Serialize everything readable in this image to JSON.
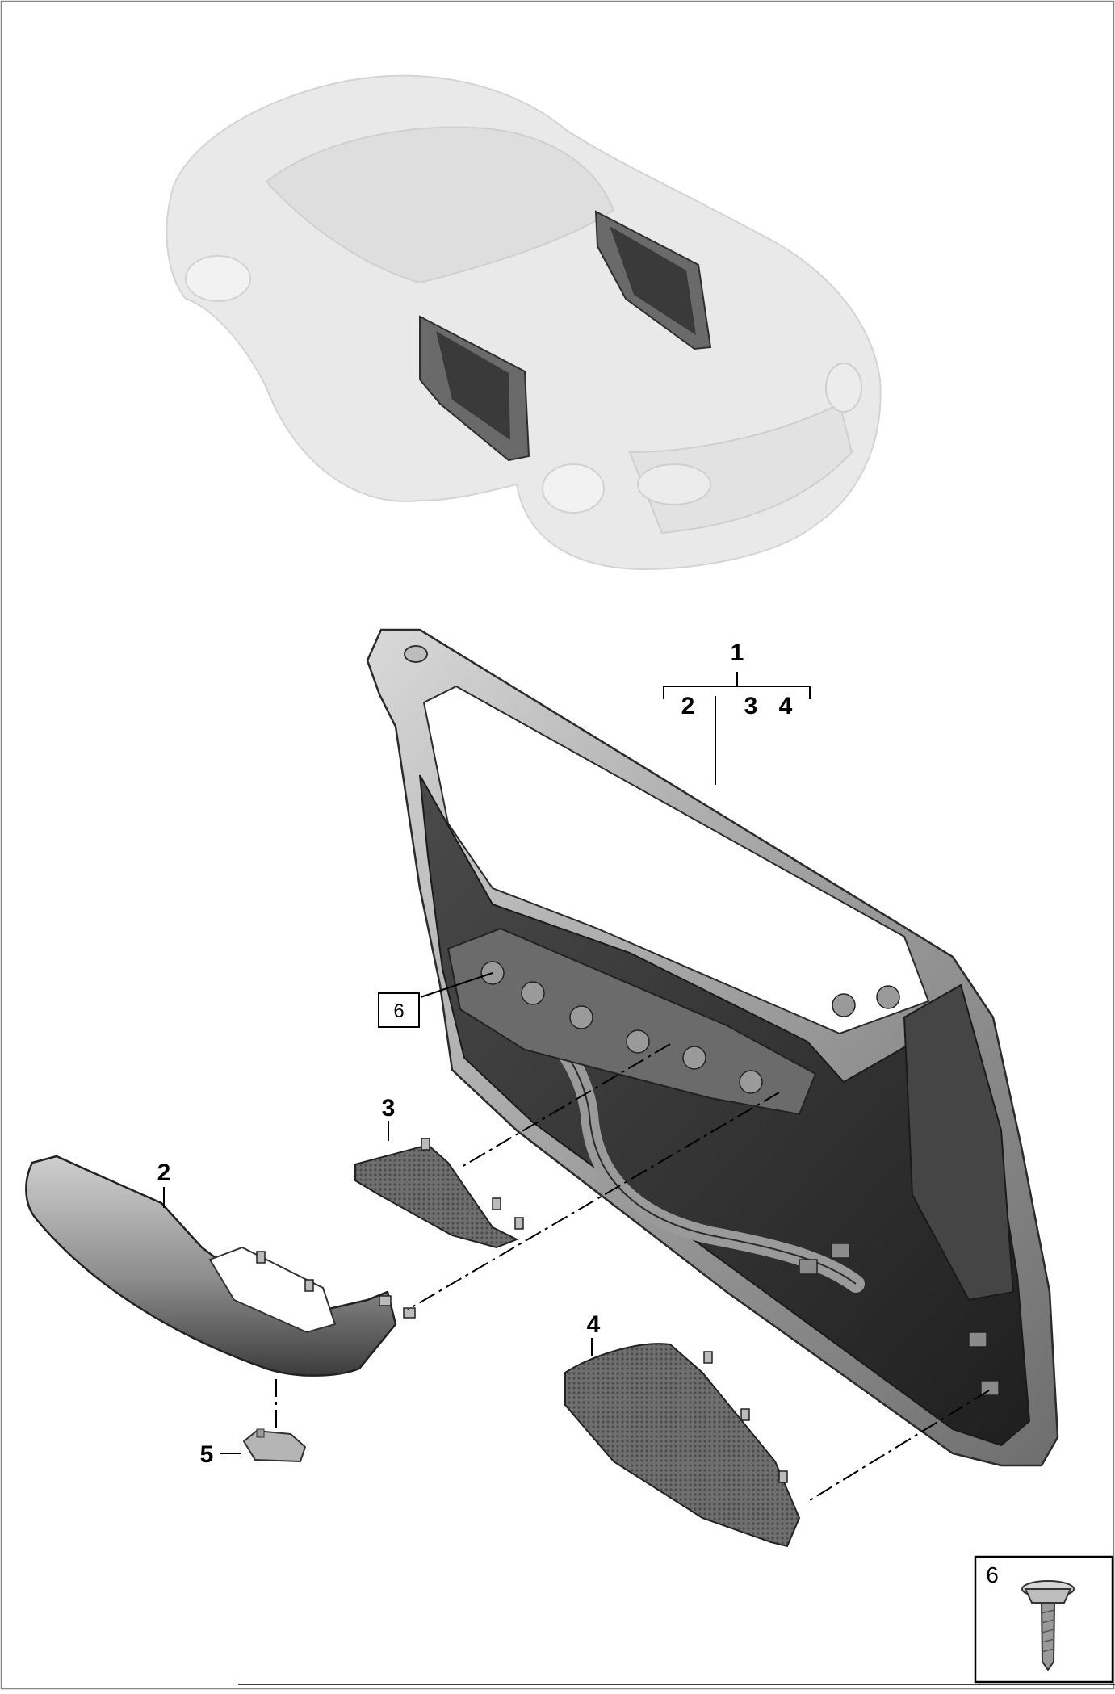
{
  "callouts": {
    "assembly": "1",
    "sub_2": "2",
    "sub_3": "3",
    "sub_4": "4",
    "armrest": "2",
    "trim_3": "3",
    "trim_4": "4",
    "cover_5": "5",
    "boxed_ref_6": "6"
  },
  "detail_box": {
    "label": "6"
  },
  "colors": {
    "line": "#000000",
    "part_dark": "#3a3a3a",
    "part_mid": "#8c8c8c",
    "part_light": "#c8c8c8",
    "ghost_car": "#e6e6e6"
  }
}
